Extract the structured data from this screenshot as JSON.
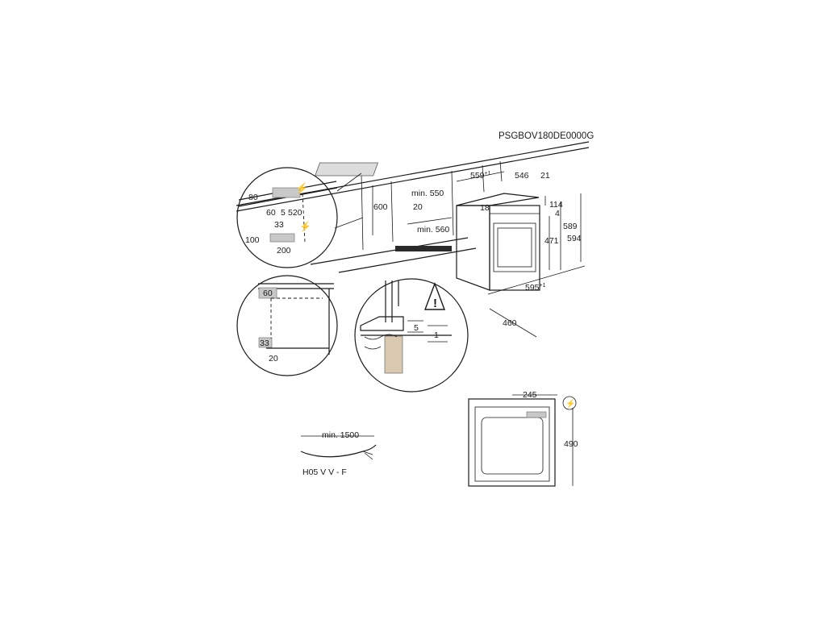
{
  "model_code": "PSGBOV180DE0000G",
  "cable": {
    "length_label": "min. 1500",
    "type_label": "H05 V V - F"
  },
  "detail_top_left": {
    "d80": "80",
    "d60": "60",
    "d5": "5",
    "d520": "520",
    "d33": "33",
    "d100": "100",
    "d200": "200"
  },
  "cabinet": {
    "d600": "600",
    "min550": "min. 550",
    "d20": "20",
    "min560": "min. 560"
  },
  "oven": {
    "width_label": "559",
    "width_tol": "+1",
    "depth546": "546",
    "d21": "21",
    "d114": "114",
    "d18": "18",
    "d4": "4",
    "d589": "589",
    "d594": "594",
    "d471": "471",
    "width595": "595",
    "width595_tol": "+1",
    "d460": "460"
  },
  "detail_bottom_left": {
    "d60": "60",
    "d33": "33",
    "d20": "20"
  },
  "detail_bottom_mid": {
    "d5": "5",
    "d1": "1"
  },
  "back_view": {
    "d245": "245",
    "d490": "490"
  }
}
